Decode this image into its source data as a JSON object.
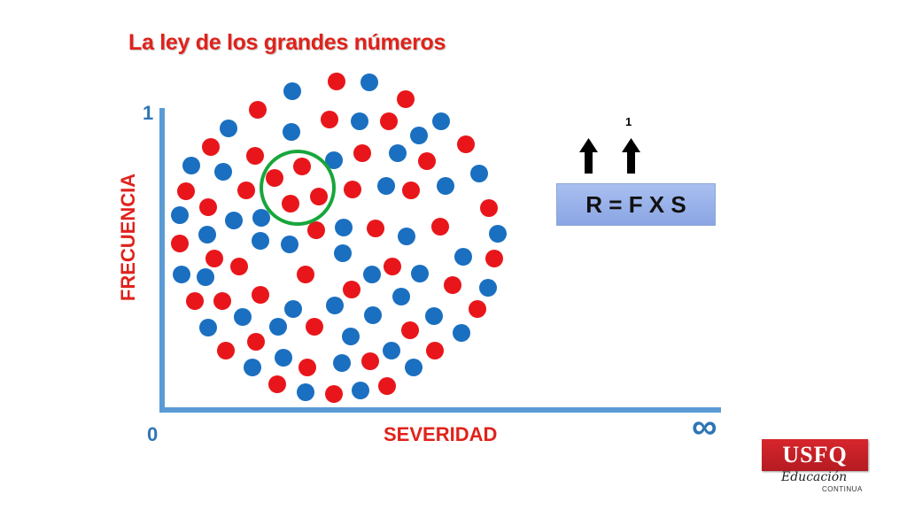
{
  "title": "La ley de los grandes números",
  "axes": {
    "y_label": "FRECUENCIA",
    "x_label": "SEVERIDAD",
    "y_tick_top": "1",
    "origin": "0",
    "x_tick_end": "∞"
  },
  "formula": "R = F X S",
  "arrow_note": "1",
  "logo": {
    "text": "USFQ",
    "subtitle": "Educación",
    "subtitle2": "CONTINUA"
  },
  "colors": {
    "red": "#e8161b",
    "blue": "#1a6fc0",
    "axis": "#5b9bd5",
    "circle": "#18a63b"
  },
  "icons": [
    "up-arrow-icon",
    "up-arrow-icon",
    "infinity-icon"
  ]
}
